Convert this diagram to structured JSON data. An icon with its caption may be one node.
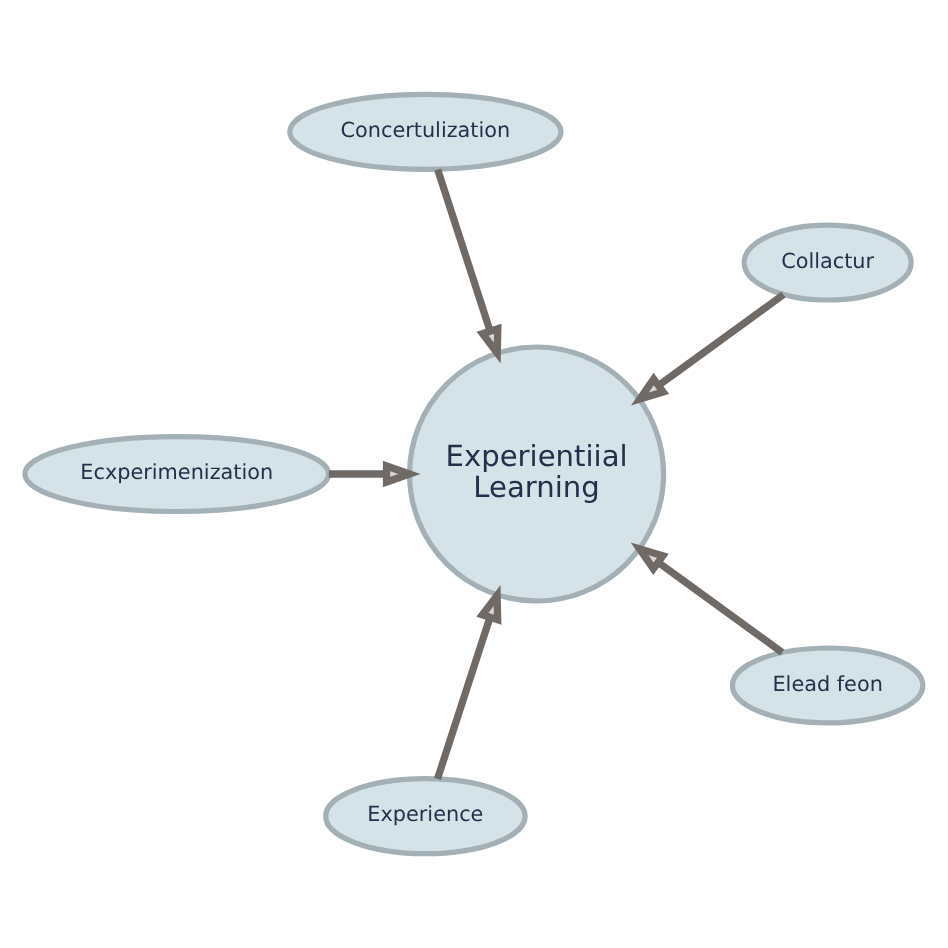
{
  "diagram": {
    "nodes": [
      {
        "text": [
          "Concertulization"
        ]
      },
      {
        "text": [
          "Ecxperimenization"
        ]
      },
      {
        "text": [
          "Collactur"
        ]
      },
      {
        "text": [
          "Experientiial Learning"
        ]
      },
      {
        "text": [
          "Experience"
        ]
      },
      {
        "text": [
          "Elead feon"
        ]
      }
    ],
    "edges": [
      {
        "from": 0,
        "to": 3,
        "arrow": "to"
      },
      {
        "from": 1,
        "to": 3,
        "arrow": "to"
      },
      {
        "from": 2,
        "to": 3,
        "arrow": "to"
      },
      {
        "from": 4,
        "to": 3,
        "arrow": "to"
      },
      {
        "from": 5,
        "to": 3,
        "arrow": "to"
      }
    ]
  }
}
